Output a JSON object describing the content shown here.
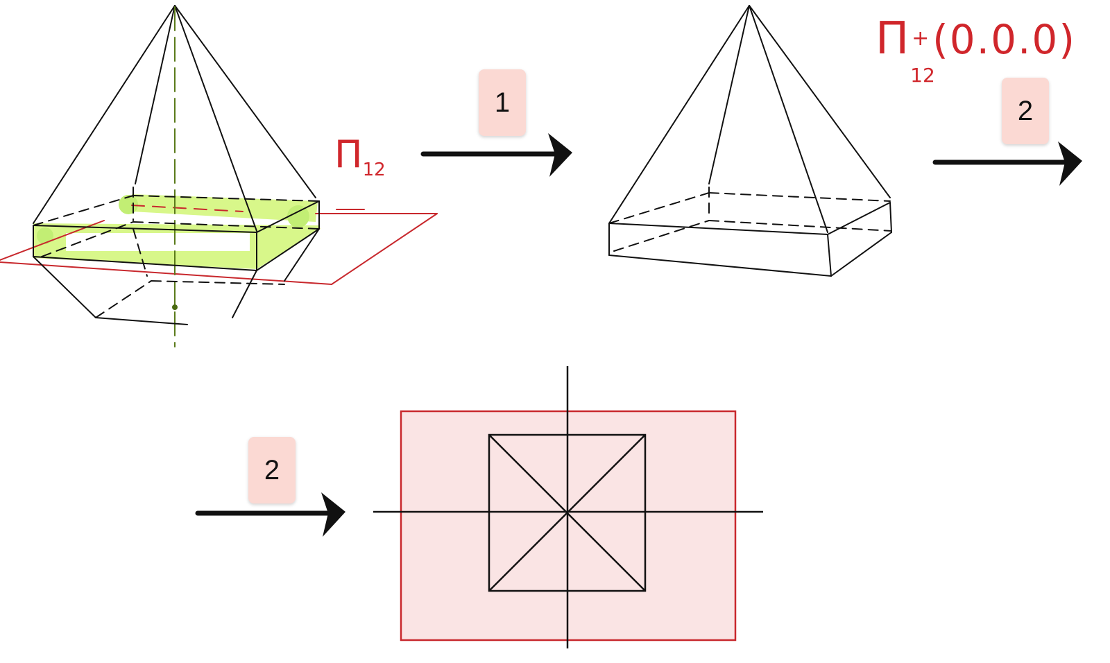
{
  "steps": [
    {
      "label": "1"
    },
    {
      "label": "2"
    },
    {
      "label": "2"
    }
  ],
  "annotations": {
    "plane_label": "Π",
    "plane_subscript": "12",
    "result_label": "Π",
    "result_superscript": "+",
    "result_subscript": "12",
    "result_coords": "(0.0.0)"
  },
  "colors": {
    "ink": "#111111",
    "plane_red": "#c8282d",
    "highlight_green": "#c8f55a",
    "axis_green": "#5a7a1a",
    "badge_bg": "#fbd9d3",
    "projection_fill": "#fae4e4"
  }
}
